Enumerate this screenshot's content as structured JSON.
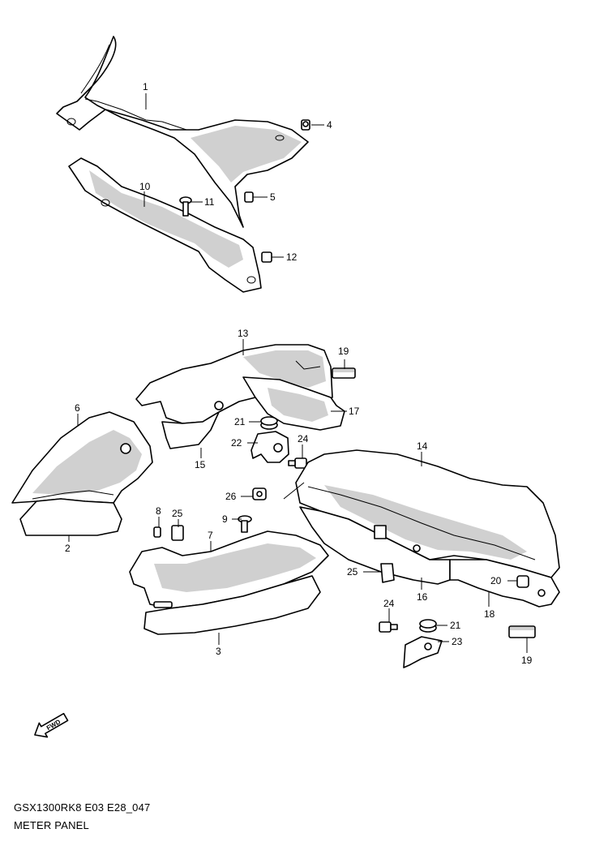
{
  "diagram": {
    "callouts": [
      "1",
      "2",
      "3",
      "4",
      "5",
      "6",
      "7",
      "8",
      "9",
      "10",
      "11",
      "12",
      "13",
      "14",
      "15",
      "16",
      "17",
      "18",
      "19",
      "19b",
      "20",
      "21",
      "21b",
      "22",
      "23",
      "24",
      "24b",
      "25",
      "25b",
      "26"
    ],
    "labels": {
      "1": "1",
      "2": "2",
      "3": "3",
      "4": "4",
      "5": "5",
      "6": "6",
      "7": "7",
      "8": "8",
      "9": "9",
      "10": "10",
      "11": "11",
      "12": "12",
      "13": "13",
      "14": "14",
      "15": "15",
      "16": "16",
      "17": "17",
      "18": "18",
      "19": "19",
      "19b": "19",
      "20": "20",
      "21": "21",
      "21b": "21",
      "22": "22",
      "23": "23",
      "24": "24",
      "24b": "24",
      "25": "25",
      "25b": "25",
      "26": "26"
    },
    "fwd_arrow_label": "FWD"
  },
  "footer": {
    "code": "GSX1300RK8 E03 E28_047",
    "title": "METER PANEL"
  }
}
